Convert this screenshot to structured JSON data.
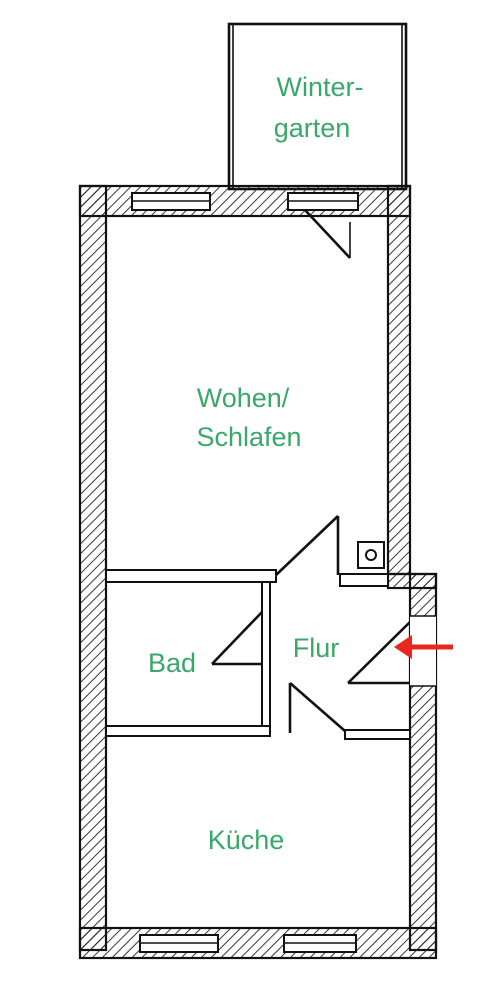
{
  "rooms": {
    "wintergarten": {
      "line1": "Winter-",
      "line2": "garten"
    },
    "wohnen": {
      "line1": "Wohen/",
      "line2": "Schlafen"
    },
    "bad": {
      "label": "Bad"
    },
    "flur": {
      "label": "Flur"
    },
    "kueche": {
      "label": "Küche"
    }
  },
  "colors": {
    "label": "#3aa86b",
    "arrow": "#e8281e",
    "wall": "#111111"
  },
  "icons": {
    "entrance": "entrance-arrow-icon",
    "chimney": "chimney-icon"
  }
}
